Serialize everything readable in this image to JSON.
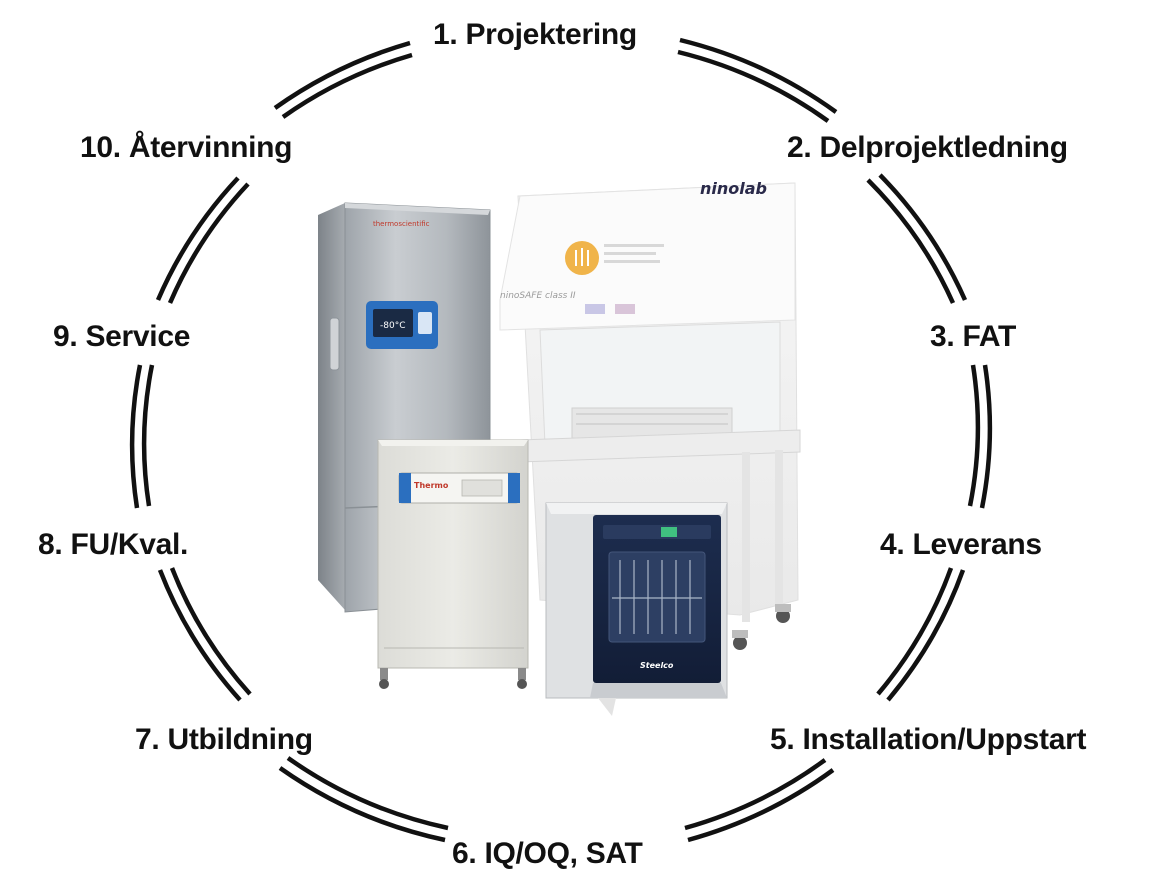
{
  "steps": [
    {
      "label": "1. Projektering"
    },
    {
      "label": "2. Delprojektledning"
    },
    {
      "label": "3. FAT"
    },
    {
      "label": "4. Leverans"
    },
    {
      "label": "5. Installation/Uppstart"
    },
    {
      "label": "6. IQ/OQ, SAT"
    },
    {
      "label": "7. Utbildning"
    },
    {
      "label": "8. FU/Kval."
    },
    {
      "label": "9. Service"
    },
    {
      "label": "10. Återvinning"
    }
  ],
  "equipment": {
    "freezer": {
      "brand": "thermoscientific",
      "display": "-80°C"
    },
    "cabinet": {
      "brand": "ninolab",
      "model": "ninoSAFE class II"
    },
    "incubator": {
      "brand": "Thermo"
    },
    "washer": {
      "brand": "Steelco"
    }
  },
  "colors": {
    "ring": "#111111",
    "text": "#111111",
    "accent_blue": "#2b6fbf"
  }
}
